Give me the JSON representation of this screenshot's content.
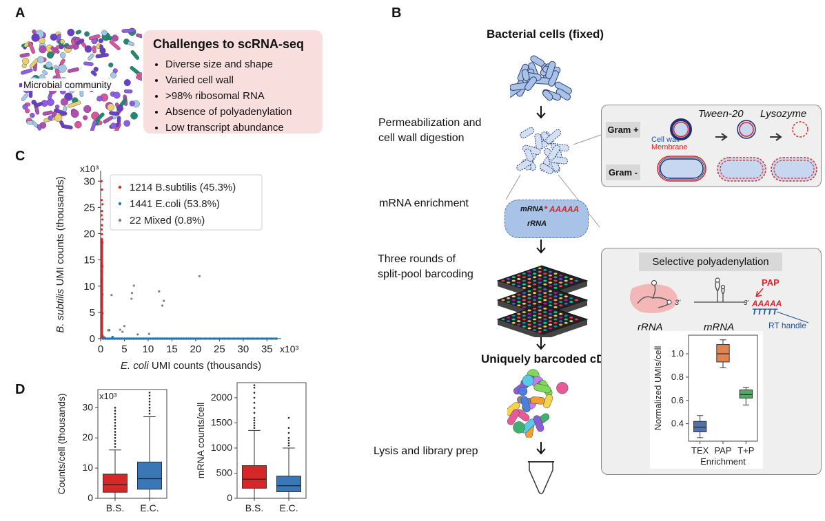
{
  "panels": {
    "a": "A",
    "b": "B",
    "c": "C",
    "d": "D"
  },
  "panel_a": {
    "community_label": "Microbial community",
    "challenges_title": "Challenges to scRNA-seq",
    "challenges": [
      "Diverse size and shape",
      "Varied cell wall",
      ">98% ribosomal RNA",
      "Absence of polyadenylation",
      "Low transcript abundance"
    ]
  },
  "panel_b": {
    "steps": {
      "fixed": "Bacterial cells (fixed)",
      "permeab1": "Permeabilization and",
      "permeab2": "cell wall digestion",
      "enrich": "mRNA enrichment",
      "rounds1": "Three rounds of",
      "rounds2": "split-pool barcoding",
      "cdna": "Uniquely barcoded cDNA",
      "lysis": "Lysis and library prep"
    },
    "bubble": {
      "mrna": "mRNA",
      "star": "*",
      "polya": "AAAAA",
      "rrna": "rRNA"
    },
    "cellwall": {
      "gram_pos": "Gram +",
      "gram_neg": "Gram -",
      "tween": "Tween-20",
      "lysozyme": "Lysozyme",
      "cell_wall": "Cell wall",
      "membrane": "Membrane"
    },
    "selective": {
      "title": "Selective polyadenylation",
      "rrna": "rRNA",
      "mrna": "mRNA",
      "pap": "PAP",
      "three_prime": "3'",
      "polya": "AAAAA",
      "polyt": "TTTTT",
      "rt": "RT handle"
    },
    "colors": {
      "red": "#d62728",
      "blue": "#1f4fa0",
      "pink": "#f2a0a0",
      "rna_blue": "#a9c3e8"
    }
  },
  "chart_data": [
    {
      "id": "scatter_c",
      "type": "scatter",
      "xlabel_italic": "E. coli",
      "xlabel_rest": " UMI counts (thousands)",
      "ylabel_italic": "B. subtilis",
      "ylabel_rest": " UMI counts (thousands)",
      "x_multiplier": "x10³",
      "y_multiplier": "x10³",
      "xlim": [
        0,
        38
      ],
      "ylim": [
        0,
        32
      ],
      "xticks": [
        "0",
        "5",
        "10",
        "15",
        "20",
        "25",
        "30",
        "35"
      ],
      "yticks": [
        "0",
        "5",
        "10",
        "15",
        "20",
        "25",
        "30"
      ],
      "legend_position": "top-center",
      "series": [
        {
          "name": "1214 B.subtilis (45.3%)",
          "color": "#d62728",
          "points": [
            [
              0.2,
              30.0
            ],
            [
              0.3,
              28.4
            ],
            [
              0.2,
              26.4
            ],
            [
              0.4,
              25.6
            ],
            [
              0.3,
              24.3
            ],
            [
              0.2,
              23.5
            ],
            [
              0.4,
              22.7
            ],
            [
              0.3,
              21.6
            ],
            [
              0.2,
              20.8
            ],
            [
              0.3,
              19.9
            ],
            [
              0.2,
              19.0
            ],
            [
              0.4,
              18.3
            ],
            [
              0.3,
              17.4
            ],
            [
              0.2,
              16.5
            ],
            [
              0.3,
              15.6
            ],
            [
              0.2,
              14.7
            ],
            [
              0.4,
              13.8
            ],
            [
              0.3,
              12.9
            ],
            [
              0.2,
              12.0
            ],
            [
              0.3,
              11.1
            ],
            [
              0.2,
              10.2
            ],
            [
              0.3,
              9.3
            ],
            [
              0.4,
              8.4
            ],
            [
              0.2,
              7.5
            ],
            [
              0.3,
              6.6
            ],
            [
              0.2,
              5.7
            ],
            [
              0.4,
              4.8
            ],
            [
              0.3,
              3.9
            ],
            [
              0.2,
              3.0
            ],
            [
              0.3,
              2.1
            ],
            [
              0.2,
              1.2
            ],
            [
              0.4,
              0.6
            ],
            [
              0.5,
              0.3
            ],
            [
              0.1,
              0.2
            ]
          ]
        },
        {
          "name": "1441 E.coli (53.8%)",
          "color": "#1f77b4",
          "points": [
            [
              0.5,
              0
            ],
            [
              1,
              0
            ],
            [
              1.5,
              0
            ],
            [
              2,
              0
            ],
            [
              2.5,
              0
            ],
            [
              3,
              0
            ],
            [
              3.5,
              0
            ],
            [
              4,
              0
            ],
            [
              4.5,
              0
            ],
            [
              5,
              0
            ],
            [
              5.5,
              0
            ],
            [
              6,
              0
            ],
            [
              6.5,
              0
            ],
            [
              7,
              0
            ],
            [
              7.5,
              0
            ],
            [
              8,
              0
            ],
            [
              8.5,
              0
            ],
            [
              9,
              0
            ],
            [
              9.5,
              0
            ],
            [
              10,
              0
            ],
            [
              10.5,
              0
            ],
            [
              11,
              0
            ],
            [
              11.5,
              0
            ],
            [
              12,
              0
            ],
            [
              12.5,
              0
            ],
            [
              13,
              0
            ],
            [
              13.5,
              0
            ],
            [
              14,
              0
            ],
            [
              14.5,
              0
            ],
            [
              15,
              0
            ],
            [
              15.5,
              0
            ],
            [
              16,
              0
            ],
            [
              16.5,
              0
            ],
            [
              17,
              0
            ],
            [
              17.5,
              0
            ],
            [
              18,
              0
            ],
            [
              18.5,
              0
            ],
            [
              19,
              0
            ],
            [
              19.5,
              0
            ],
            [
              20,
              0
            ],
            [
              20.5,
              0
            ],
            [
              21,
              0
            ],
            [
              22,
              0
            ],
            [
              23,
              0
            ],
            [
              24,
              0
            ],
            [
              25,
              0
            ],
            [
              26,
              0
            ],
            [
              27,
              0
            ],
            [
              28,
              0
            ],
            [
              29,
              0
            ],
            [
              30,
              0
            ],
            [
              31,
              0
            ],
            [
              32,
              0
            ],
            [
              33,
              0
            ],
            [
              34,
              0
            ],
            [
              35,
              0
            ],
            [
              36,
              0
            ],
            [
              37,
              0
            ],
            [
              1.8,
              1.6
            ],
            [
              0.8,
              0.2
            ],
            [
              2.5,
              0.3
            ]
          ]
        },
        {
          "name": "22 Mixed (0.8%)",
          "color": "#7f7f7f",
          "points": [
            [
              2.3,
              8.3
            ],
            [
              7.0,
              10.1
            ],
            [
              6.6,
              8.7
            ],
            [
              6.5,
              7.6
            ],
            [
              12.3,
              9.0
            ],
            [
              13.3,
              7.2
            ],
            [
              13.0,
              6.3
            ],
            [
              20.8,
              11.9
            ],
            [
              5.0,
              2.4
            ],
            [
              4.1,
              1.7
            ],
            [
              4.6,
              1.3
            ],
            [
              1.6,
              1.6
            ],
            [
              7.8,
              0.8
            ],
            [
              10.2,
              0.9
            ]
          ]
        }
      ]
    },
    {
      "id": "box_d_counts",
      "type": "box",
      "ylabel": "Counts/cell (thousands)",
      "multiplier": "x10³",
      "ylim": [
        0,
        36
      ],
      "yticks": [
        "0",
        "10",
        "20",
        "30"
      ],
      "categories": [
        "B.S.",
        "E.C."
      ],
      "boxes": [
        {
          "q1": 2,
          "median": 4.5,
          "q3": 8,
          "whislo": 0,
          "whishi": 16,
          "color": "#d62728",
          "fliers": [
            17,
            18,
            19,
            20,
            21,
            22,
            23,
            24,
            25,
            26,
            27,
            28,
            29,
            30
          ]
        },
        {
          "q1": 3,
          "median": 6.5,
          "q3": 12,
          "whislo": 0,
          "whishi": 27,
          "color": "#3a78b5",
          "fliers": [
            28,
            29,
            30,
            31,
            32,
            33,
            34,
            35
          ]
        }
      ]
    },
    {
      "id": "box_d_mrna",
      "type": "box",
      "ylabel": "mRNA counts/cell",
      "ylim": [
        0,
        2300
      ],
      "yticks": [
        "0",
        "500",
        "1000",
        "1500",
        "2000"
      ],
      "categories": [
        "B.S.",
        "E.C."
      ],
      "boxes": [
        {
          "q1": 200,
          "median": 380,
          "q3": 650,
          "whislo": 0,
          "whishi": 1350,
          "color": "#d62728",
          "fliers": [
            1400,
            1450,
            1500,
            1550,
            1600,
            1700,
            1800,
            1900,
            2000,
            2100,
            2200,
            2250
          ]
        },
        {
          "q1": 130,
          "median": 250,
          "q3": 440,
          "whislo": 0,
          "whishi": 1000,
          "color": "#3a78b5",
          "fliers": [
            1050,
            1100,
            1150,
            1200,
            1300,
            1400,
            1600
          ]
        }
      ]
    },
    {
      "id": "box_b_enrich",
      "type": "box",
      "xlabel": "Enrichment",
      "ylabel": "Normalized UMIs/cell",
      "ylim": [
        0.25,
        1.16
      ],
      "yticks": [
        "0.4",
        "0.6",
        "0.8",
        "1.0"
      ],
      "categories": [
        "TEX",
        "PAP",
        "T+P"
      ],
      "boxes": [
        {
          "q1": 0.33,
          "median": 0.37,
          "q3": 0.42,
          "whislo": 0.28,
          "whishi": 0.47,
          "color": "#4c72b0",
          "fliers": []
        },
        {
          "q1": 0.93,
          "median": 1.0,
          "q3": 1.08,
          "whislo": 0.88,
          "whishi": 1.12,
          "color": "#dd8452",
          "fliers": []
        },
        {
          "q1": 0.62,
          "median": 0.65,
          "q3": 0.69,
          "whislo": 0.56,
          "whishi": 0.71,
          "color": "#55a868",
          "fliers": []
        }
      ]
    }
  ]
}
